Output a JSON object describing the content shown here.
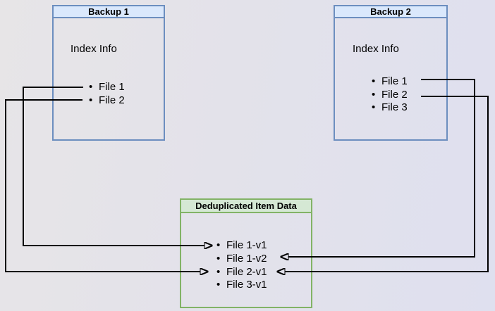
{
  "colors": {
    "background_left": "#e7e5e7",
    "background_right": "#dfe0ef",
    "backup_box_border": "#6c8ebf",
    "backup_title_fill": "#dae8fc",
    "dedup_box_border": "#82b366",
    "dedup_title_fill": "#d5e8d4",
    "connector_line": "#000000",
    "text": "#000000"
  },
  "backup1": {
    "title": "Backup 1",
    "section_label": "Index Info",
    "files": [
      "File 1",
      "File 2"
    ]
  },
  "backup2": {
    "title": "Backup 2",
    "section_label": "Index Info",
    "files": [
      "File 1",
      "File 2",
      "File 3"
    ]
  },
  "dedup": {
    "title": "Deduplicated Item Data",
    "items": [
      "File 1-v1",
      "File 1-v2",
      "File 2-v1",
      "File 3-v1"
    ]
  },
  "connections": [
    {
      "from": "Backup 1 / File 1",
      "to": "File 1-v1",
      "route": "left"
    },
    {
      "from": "Backup 1 / File 2",
      "to": "File 2-v1",
      "route": "left"
    },
    {
      "from": "Backup 2 / File 1",
      "to": "File 1-v2",
      "route": "right"
    },
    {
      "from": "Backup 2 / File 2",
      "to": "File 2-v1",
      "route": "right"
    }
  ]
}
